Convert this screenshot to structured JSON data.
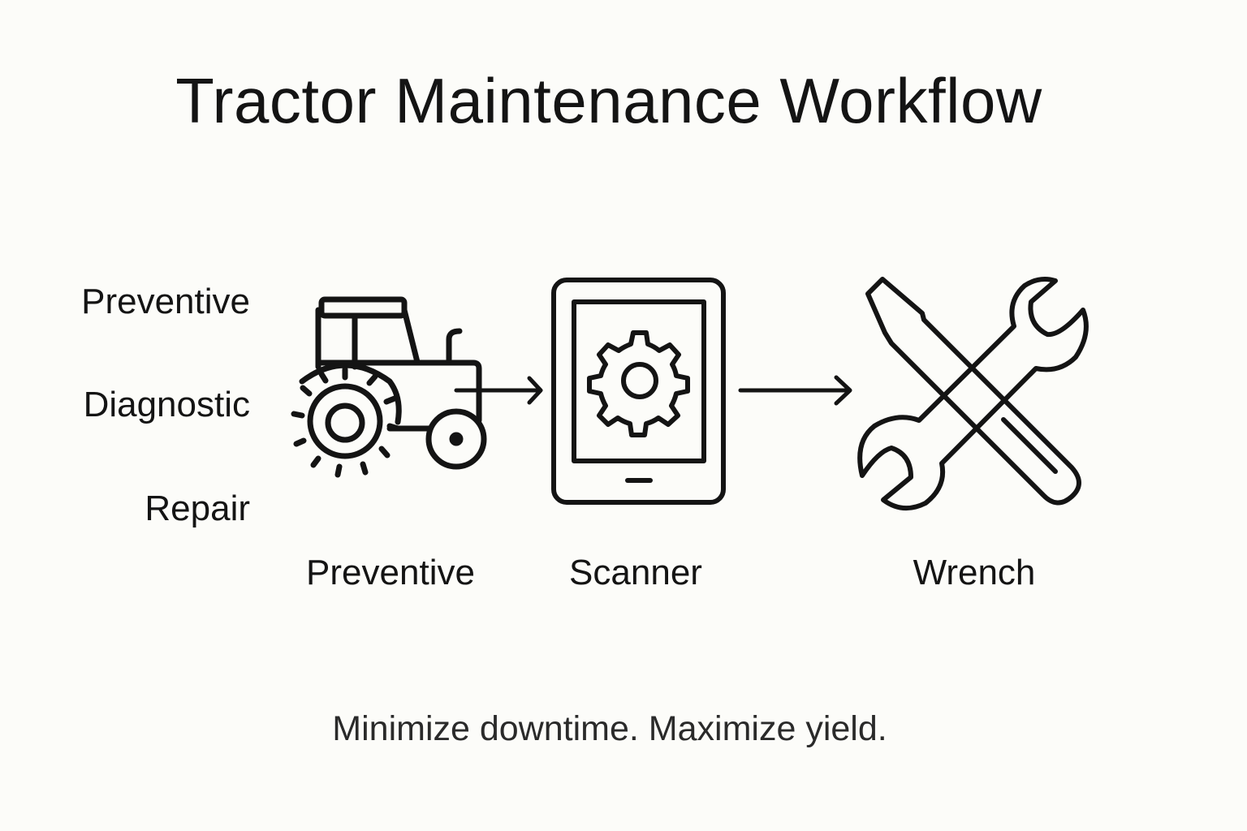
{
  "title": "Tractor Maintenance Workflow",
  "categories": [
    "Preventive",
    "Diagnostic",
    "Repair"
  ],
  "steps": [
    {
      "icon": "tractor-icon",
      "label": "Preventive"
    },
    {
      "icon": "tablet-scanner-icon",
      "label": "Scanner"
    },
    {
      "icon": "wrench-screwdriver-icon",
      "label": "Wrench"
    }
  ],
  "tagline": "Minimize downtime. Maximize yield.",
  "colors": {
    "background": "#fcfcf9",
    "ink": "#141414"
  }
}
